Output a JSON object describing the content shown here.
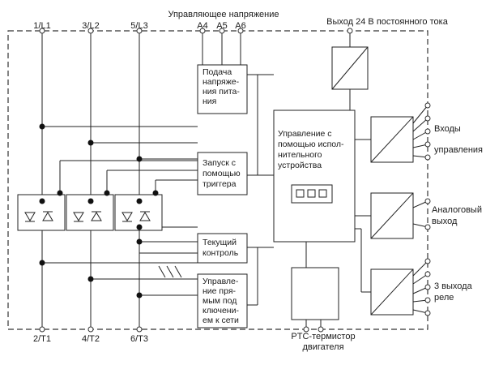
{
  "terminals": {
    "l1": "1/L1",
    "l2": "3/L2",
    "l3": "5/L3",
    "t1": "2/T1",
    "t2": "4/T2",
    "t3": "6/T3"
  },
  "control_voltage": {
    "title": "Управляющее напряжение",
    "a4": "A4",
    "a5": "A5",
    "a6": "A6"
  },
  "output_24v": "Выход 24 В постоянного тока",
  "blocks": {
    "power_supply": [
      "Подача",
      "напряже-",
      "ния пита-",
      "ния"
    ],
    "trigger_start": [
      "Запуск с",
      "помощью",
      "триггера"
    ],
    "current_control": [
      "Текущий",
      "контроль"
    ],
    "mains_control": [
      "Управле-",
      "ние пря-",
      "мым под",
      "ключени-",
      "ем к сети"
    ],
    "actuator_control": [
      "Управление с",
      "помощью испол-",
      "нительного",
      "устройства"
    ]
  },
  "control_inputs": [
    "Входы",
    "управления"
  ],
  "analog_output": [
    "Аналоговый",
    "выход"
  ],
  "relay_outputs": [
    "3 выхода",
    "реле"
  ],
  "ptc": [
    "PTC-термистор",
    "двигателя"
  ]
}
